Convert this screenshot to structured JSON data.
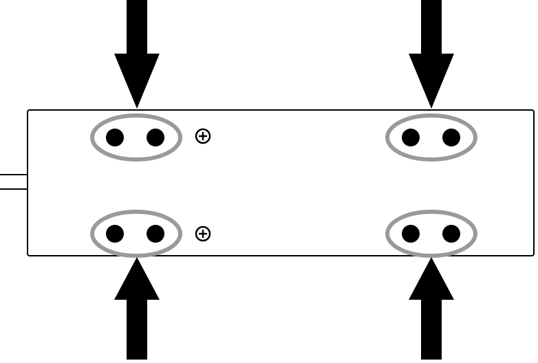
{
  "header": {
    "caption": ""
  },
  "colors": {
    "arrow": "#000000",
    "outline": "#000000",
    "socket_ring": "#9a9a9a",
    "pin": "#000000",
    "board_fill": "#ffffff",
    "background": "#ffffff"
  },
  "strip": {
    "socket_count": 4,
    "pins_per_socket": 2
  },
  "sockets": [
    {
      "id": "top-left",
      "arrow": "down",
      "marker": "plus"
    },
    {
      "id": "top-right",
      "arrow": "down",
      "marker": "none"
    },
    {
      "id": "bottom-left",
      "arrow": "up",
      "marker": "plus"
    },
    {
      "id": "bottom-right",
      "arrow": "up",
      "marker": "none"
    }
  ],
  "icons": {
    "plus_marker": "plus-circle-icon",
    "arrow_down": "arrow-down-icon",
    "arrow_up": "arrow-up-icon",
    "pin": "pin-dot-icon",
    "plug": "plug-prongs-icon"
  }
}
